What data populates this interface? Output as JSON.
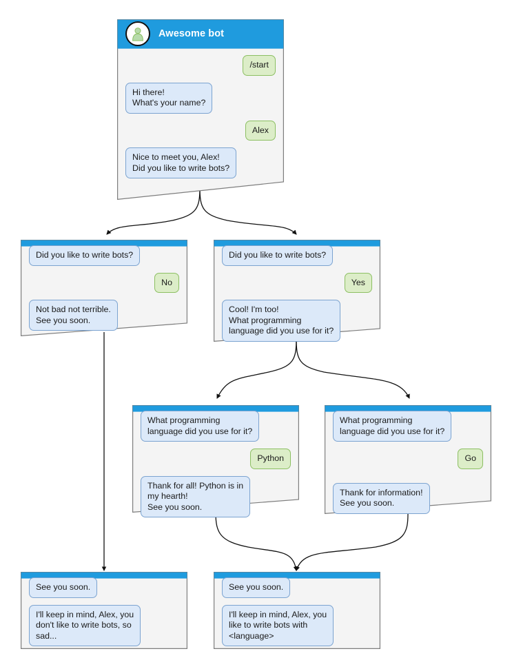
{
  "diagram": {
    "title": "Awesome bot chatbot conversation flow",
    "colors": {
      "header_blue": "#1f9bde",
      "node_fill": "#f4f4f4",
      "node_border": "#7d7d7d",
      "bot_bubble_fill": "#dce9f9",
      "bot_bubble_border": "#7ba3d0",
      "user_bubble_fill": "#dcedc8",
      "user_bubble_border": "#8cbf62",
      "edge": "#111111",
      "canvas": "#ffffff"
    }
  },
  "nodes": {
    "root": {
      "id": "root",
      "header": {
        "title": "Awesome bot",
        "avatar_icon": "person-avatar-icon"
      },
      "messages": [
        {
          "side": "user",
          "text": "/start"
        },
        {
          "side": "bot",
          "text": "Hi there!\nWhat's your name?"
        },
        {
          "side": "user",
          "text": "Alex"
        },
        {
          "side": "bot",
          "text": "Nice to meet you, Alex!\nDid you like to write bots?"
        }
      ]
    },
    "no_branch": {
      "id": "no-branch",
      "messages": [
        {
          "side": "bot",
          "text": "Did you like to write bots?"
        },
        {
          "side": "user",
          "text": "No"
        },
        {
          "side": "bot",
          "text": "Not bad not terrible.\nSee you soon."
        }
      ]
    },
    "yes_branch": {
      "id": "yes-branch",
      "messages": [
        {
          "side": "bot",
          "text": "Did you like to write bots?"
        },
        {
          "side": "user",
          "text": "Yes"
        },
        {
          "side": "bot",
          "text": "Cool! I'm too!\nWhat programming\nlanguage did you use for it?"
        }
      ]
    },
    "python_branch": {
      "id": "python-branch",
      "messages": [
        {
          "side": "bot",
          "text": "What programming\nlanguage did you use for it?"
        },
        {
          "side": "user",
          "text": "Python"
        },
        {
          "side": "bot",
          "text": "Thank for all! Python is in\nmy hearth!\nSee you soon."
        }
      ]
    },
    "go_branch": {
      "id": "go-branch",
      "messages": [
        {
          "side": "bot",
          "text": "What programming\nlanguage did you use for it?"
        },
        {
          "side": "user",
          "text": "Go"
        },
        {
          "side": "bot",
          "text": "Thank for information!\nSee you soon."
        }
      ]
    },
    "end_no": {
      "id": "end-no",
      "messages": [
        {
          "side": "bot",
          "text": "See you soon."
        },
        {
          "side": "bot",
          "text": "I'll keep in mind, Alex, you\ndon't like to write bots, so\nsad..."
        }
      ]
    },
    "end_yes": {
      "id": "end-yes",
      "messages": [
        {
          "side": "bot",
          "text": "See you soon."
        },
        {
          "side": "bot",
          "text": "I'll keep in mind, Alex, you\nlike to write bots with\n<language>"
        }
      ]
    }
  }
}
